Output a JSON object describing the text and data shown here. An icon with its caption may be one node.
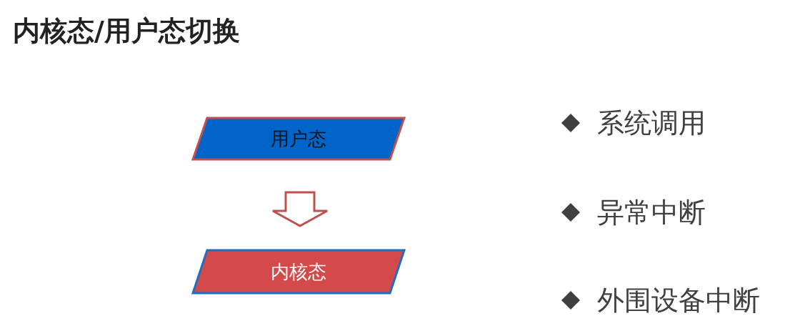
{
  "diagram": {
    "title": "内核态/用户态切换",
    "nodes": [
      {
        "text": [
          "用户态"
        ]
      },
      {
        "text": [
          "内核态"
        ]
      }
    ],
    "edges": [
      {
        "from": 0,
        "to": 1,
        "arrow": "to"
      }
    ],
    "labels": [
      "系统调用",
      "异常中断",
      "外围设备中断"
    ]
  }
}
